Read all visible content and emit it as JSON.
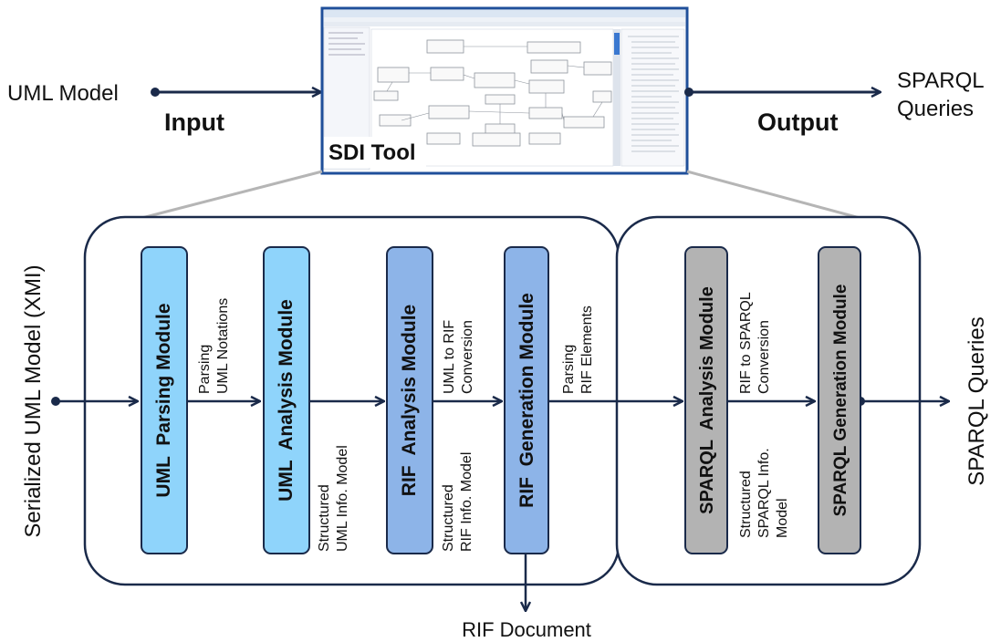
{
  "top": {
    "input_source": "UML Model",
    "input_label": "Input",
    "tool_label": "SDI Tool",
    "output_label": "Output",
    "output_line1": "SPARQL",
    "output_line2": "Queries"
  },
  "pipeline": {
    "input_label": "Serialized UML Model (XMI)",
    "output_label": "SPARQL Queries",
    "rif_output": "RIF Document",
    "modules": [
      {
        "label": "UML  Parsing Module",
        "color": "#8fd4fb"
      },
      {
        "label": "UML  Analysis Module",
        "color": "#8fd4fb"
      },
      {
        "label": "RIF  Analysis Module",
        "color": "#8db4e8"
      },
      {
        "label": "RIF  Generation Module",
        "color": "#8db4e8"
      },
      {
        "label": "SPARQL  Analysis Module",
        "color": "#b3b3b3"
      },
      {
        "label": "SPARQL Generation Module",
        "color": "#b3b3b3"
      }
    ],
    "flow_labels": {
      "parsing_uml_1": "Parsing",
      "parsing_uml_2": "UML Notations",
      "struct_uml_1": "Structured",
      "struct_uml_2": "UML Info. Model",
      "uml_to_rif_1": "UML to RIF",
      "uml_to_rif_2": "Conversion",
      "struct_rif_1": "Structured",
      "struct_rif_2": "RIF Info. Model",
      "parsing_rif_1": "Parsing",
      "parsing_rif_2": "RIF Elements",
      "rif_to_sparql_1": "RIF to SPARQL",
      "rif_to_sparql_2": "Conversion",
      "struct_sparql_1": "Structured",
      "struct_sparql_2": "SPARQL Info.",
      "struct_sparql_3": "Model"
    }
  }
}
